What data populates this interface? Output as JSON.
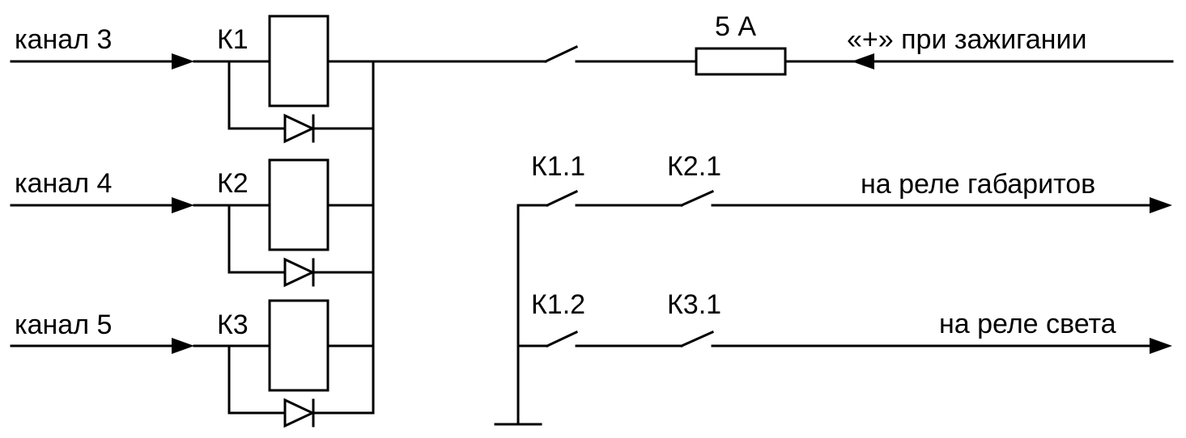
{
  "inputs": {
    "ch3": "канал 3",
    "ch4": "канал 4",
    "ch5": "канал 5"
  },
  "relays": {
    "k1": "К1",
    "k2": "К2",
    "k3": "К3"
  },
  "fuse_label": "5 А",
  "power_label": "«+» при зажигании",
  "contacts": {
    "k1_1": "К1.1",
    "k2_1": "К2.1",
    "k1_2": "К1.2",
    "k3_1": "К3.1"
  },
  "outputs": {
    "marker": "на реле габаритов",
    "headlight": "на реле света"
  }
}
